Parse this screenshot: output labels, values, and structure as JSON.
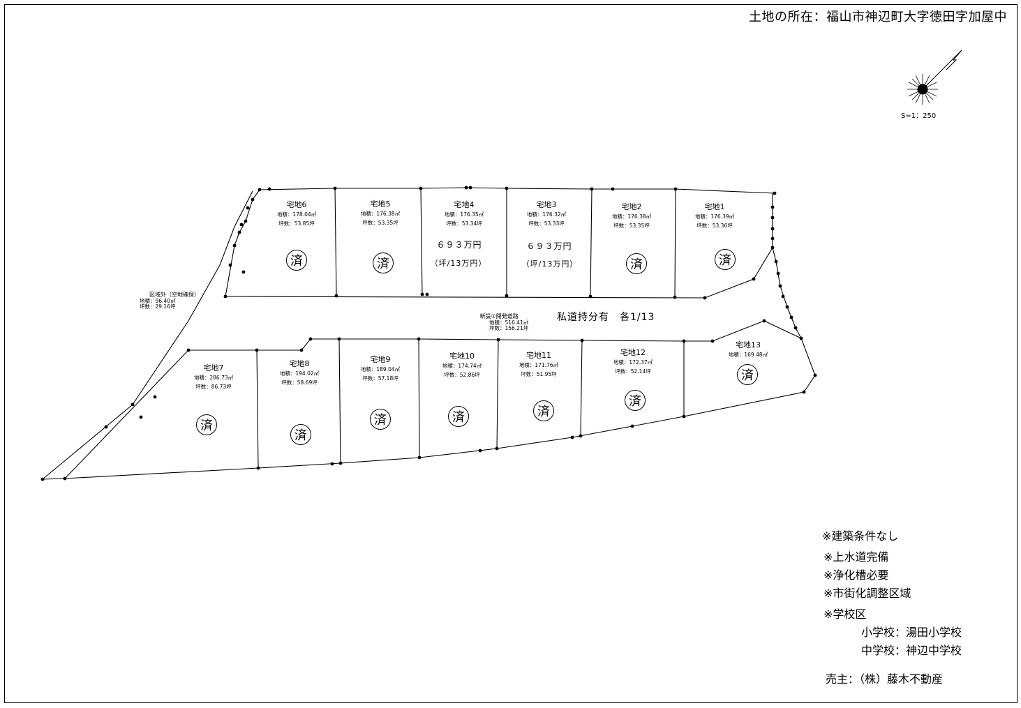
{
  "header": {
    "location": "土地の所在：福山市神辺町大字徳田字加屋中"
  },
  "compass": {
    "scale": "S=1：250"
  },
  "lots": [
    {
      "id": "lot-1",
      "name": "宅地1",
      "area": "地積：176.39㎡",
      "tsubo": "坪数：53.36坪",
      "status": "済"
    },
    {
      "id": "lot-2",
      "name": "宅地2",
      "area": "地積：176.38㎡",
      "tsubo": "坪数：53.35坪",
      "status": "済"
    },
    {
      "id": "lot-3",
      "name": "宅地3",
      "area": "地積：176.32㎡",
      "tsubo": "坪数：53.33坪",
      "price": "６９３万円",
      "unit_price": "（坪/13万円）"
    },
    {
      "id": "lot-4",
      "name": "宅地4",
      "area": "地積：176.35㎡",
      "tsubo": "坪数：53.34坪",
      "price": "６９３万円",
      "unit_price": "（坪/13万円）"
    },
    {
      "id": "lot-5",
      "name": "宅地5",
      "area": "地積：176.38㎡",
      "tsubo": "坪数：53.35坪",
      "status": "済"
    },
    {
      "id": "lot-6",
      "name": "宅地6",
      "area": "地積：178.04㎡",
      "tsubo": "坪数：53.85坪",
      "status": "済"
    },
    {
      "id": "lot-7",
      "name": "宅地7",
      "area": "地積：286.73㎡",
      "tsubo": "坪数：86.73坪",
      "status": "済"
    },
    {
      "id": "lot-8",
      "name": "宅地8",
      "area": "地積：194.02㎡",
      "tsubo": "坪数：58.69坪",
      "status": "済"
    },
    {
      "id": "lot-9",
      "name": "宅地9",
      "area": "地積：189.04㎡",
      "tsubo": "坪数：57.18坪",
      "status": "済"
    },
    {
      "id": "lot-10",
      "name": "宅地10",
      "area": "地積：174.74㎡",
      "tsubo": "坪数：52.86坪",
      "status": "済"
    },
    {
      "id": "lot-11",
      "name": "宅地11",
      "area": "地積：171.76㎡",
      "tsubo": "坪数：51.95坪",
      "status": "済"
    },
    {
      "id": "lot-12",
      "name": "宅地12",
      "area": "地積：172.37㎡",
      "tsubo": "坪数：52.14坪",
      "status": "済"
    },
    {
      "id": "lot-13",
      "name": "宅地13",
      "area": "地積：169.48㎡",
      "status": "済"
    }
  ],
  "road": {
    "share": "私道持分有　各1/13",
    "name": "新設①開発道路",
    "area": "地積：516.41㎡",
    "tsubo": "坪数：156.21坪"
  },
  "outside_area": {
    "name": "区域外（空地確保）",
    "area": "地積：96.40㎡",
    "tsubo": "坪数：29.16坪"
  },
  "notes": {
    "no_conditions": "※建築条件なし",
    "water": "※上水道完備",
    "septic": "※浄化槽必要",
    "zoning": "※市街化調整区域",
    "school_district": "※学校区",
    "elementary": "小学校：湯田小学校",
    "junior_high": "中学校：神辺中学校"
  },
  "seller": "売主：（株）藤木不動産"
}
